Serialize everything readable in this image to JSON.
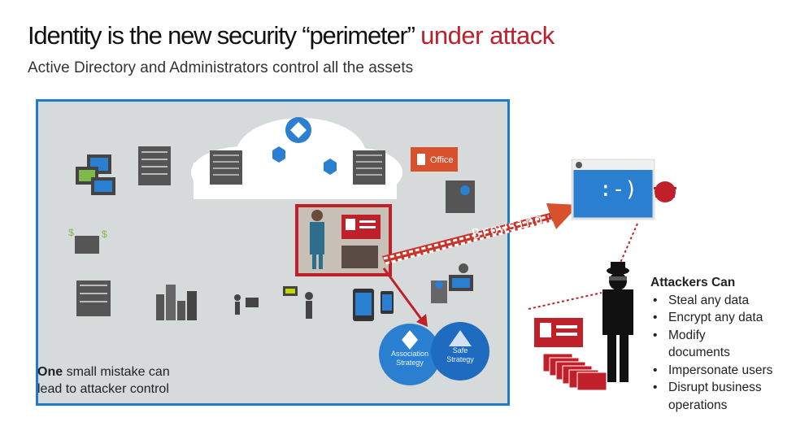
{
  "title": {
    "main": "Identity is the new security “perimeter”",
    "accent": "under attack"
  },
  "subtitle": "Active Directory and Administrators control all the assets",
  "diagram": {
    "office_label": "Office",
    "browsing_label": "Browsing",
    "screen_face": ":-)",
    "circle_left_label": "Association Strategy",
    "circle_right_label": "Safe Strategy",
    "colors": {
      "panel_border": "#1e7bc8",
      "panel_fill": "#d7dadb",
      "accent_red": "#c0202a",
      "office_orange": "#d9502c",
      "cloud": "#ffffff",
      "circle_blue": "#2b7fd1"
    }
  },
  "mistake_note": {
    "bold": "One",
    "rest_line1": " small mistake can",
    "line2": "lead to attacker control"
  },
  "attackers": {
    "heading": "Attackers Can",
    "items": [
      "Steal any data",
      "Encrypt any data",
      "Modify",
      "documents",
      "Impersonate users",
      "Disrupt business",
      "operations"
    ]
  }
}
